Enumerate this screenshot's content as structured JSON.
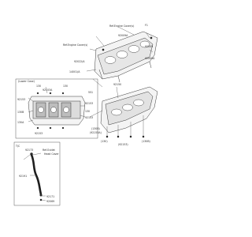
{
  "diagram": {
    "figure_code": "F1",
    "labels": {
      "ref_engine_cover_top": "Ref.Engine Cover(s)",
      "ref_engine_cover_mid": "Ref.Engine Cover(s)",
      "ref_outlet_head": "Ref.Outlet",
      "ref_outlet_sub": "Head Cover",
      "lower_case": "(Lower Case)",
      "p14001": "14001/A",
      "p92009a_top": "92009A",
      "p92009a_r": "92009A",
      "p92009": "92009",
      "p92022": "92022/A",
      "p92153a": "92153A",
      "p130_l": "130",
      "p130_r": "130",
      "p92153_l": "92153",
      "p130b": "130B",
      "p130a": "130A",
      "p92153": "92153",
      "p92150": "92150",
      "p92153_b": "92153",
      "p130_m": "130",
      "p92153_r": "92153",
      "p551": "551",
      "p130b_r": "(130B)",
      "p92153a_r": "(92153A)",
      "p130_b": "(130)",
      "p130_br": "(130B)",
      "p92153_br": "(92153)",
      "tag_t": "T/C",
      "p92173": "92173",
      "p92191": "92191",
      "p92171": "92171",
      "p92069": "92069"
    }
  }
}
